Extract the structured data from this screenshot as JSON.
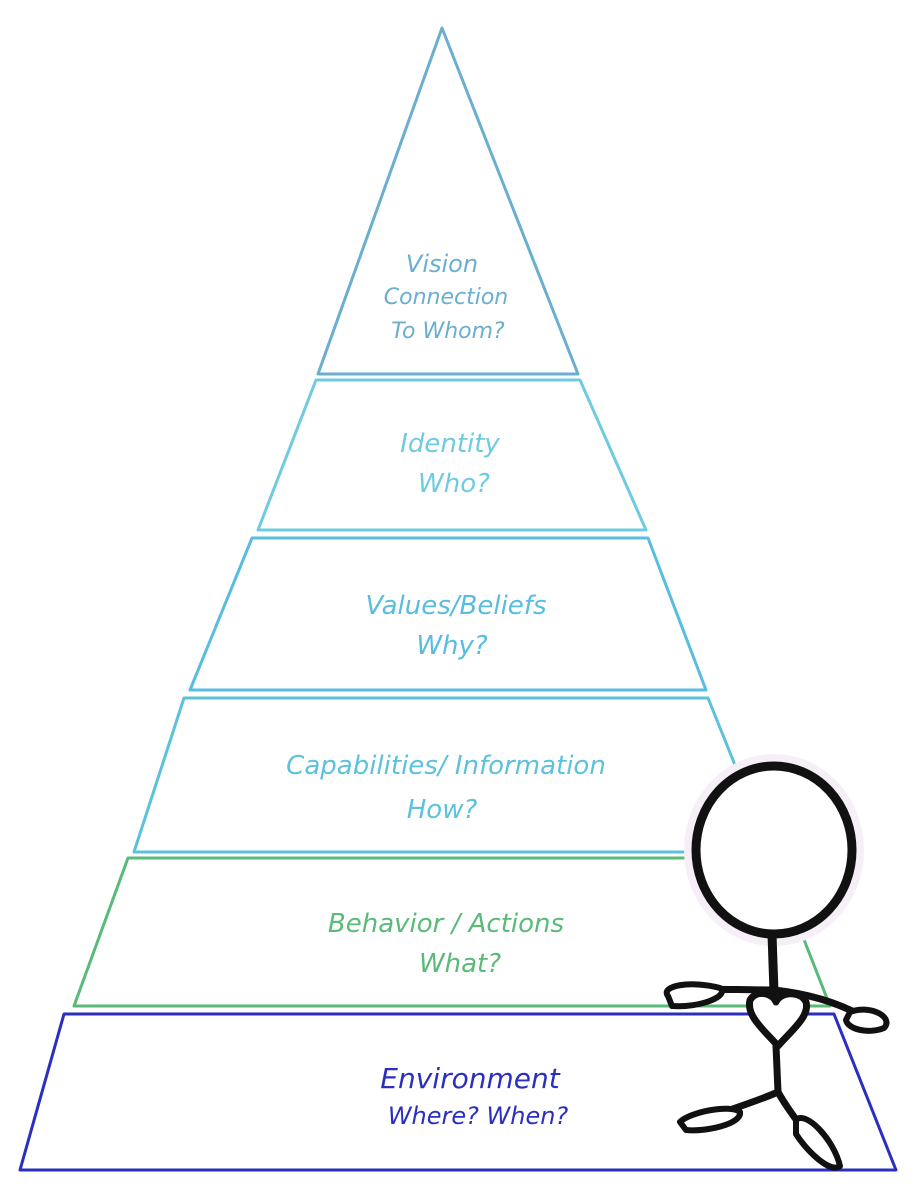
{
  "diagram": {
    "levels": [
      {
        "key": "vision",
        "lines": [
          "Vision",
          "Connection",
          "To Whom?"
        ],
        "color": "#6aaed0"
      },
      {
        "key": "identity",
        "lines": [
          "Identity",
          "Who?"
        ],
        "color": "#6fcbe0"
      },
      {
        "key": "values",
        "lines": [
          "Values/Beliefs",
          "Why?"
        ],
        "color": "#58bde0"
      },
      {
        "key": "capabilities",
        "lines": [
          "Capabilities/ Information",
          "How?"
        ],
        "color": "#5cc2dc"
      },
      {
        "key": "behavior",
        "lines": [
          "Behavior / Actions",
          "What?"
        ],
        "color": "#5aba78"
      },
      {
        "key": "environment",
        "lines": [
          "Environment",
          "Where? When?"
        ],
        "color": "#2a2fc0"
      }
    ],
    "figure": "stick-figure-person"
  }
}
